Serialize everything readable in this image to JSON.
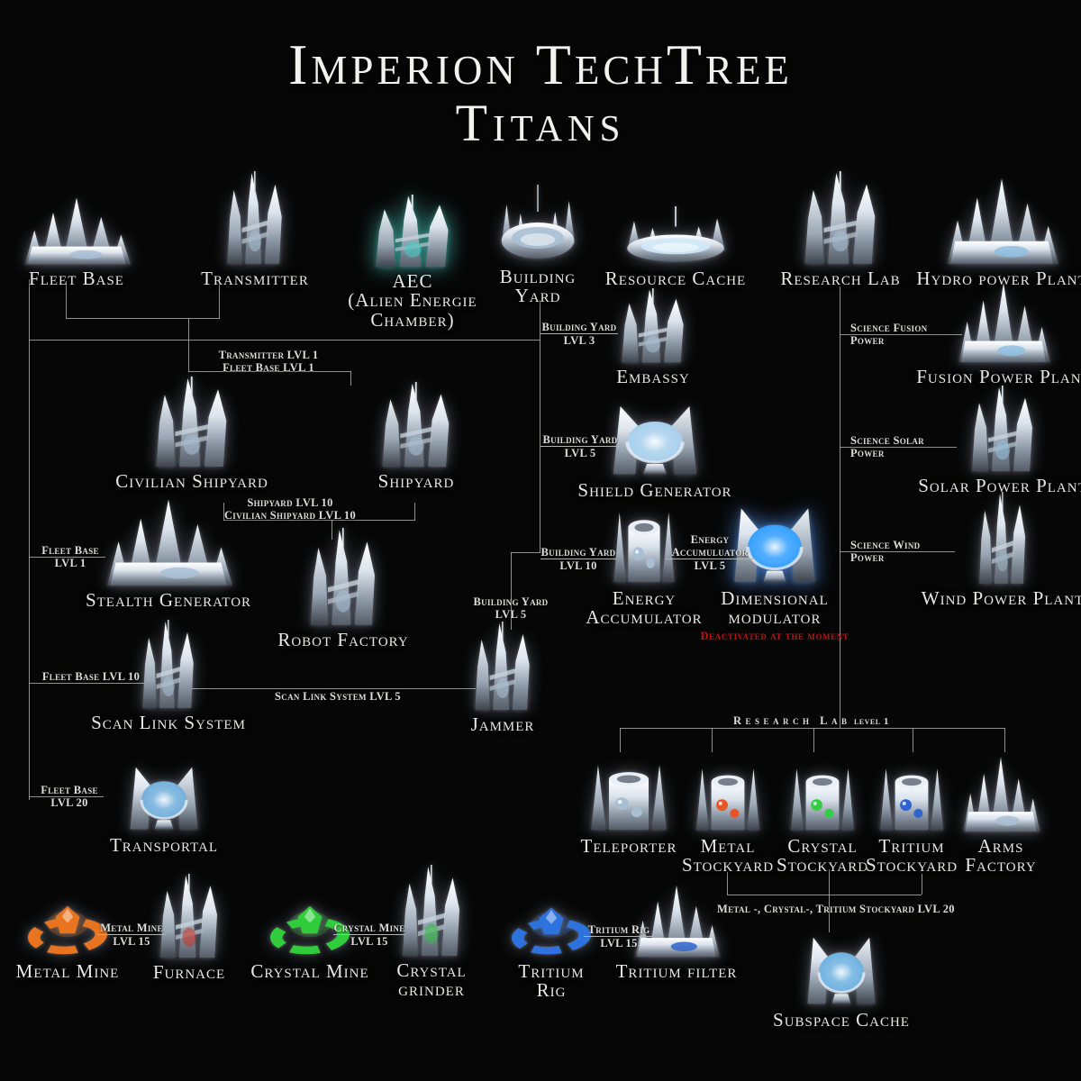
{
  "title": {
    "line1": "Imperion TechTree",
    "line2": "Titans"
  },
  "colors": {
    "background": "#060606",
    "text": "#e8e8e5",
    "line": "#a4a4a2",
    "warning_red": "#c01212",
    "metal_orange": "#e87420",
    "crystal_green": "#30cc3c",
    "tritium_blue": "#2d72dd",
    "energy_blue": "#35a0ff",
    "aec_teal": "#3ed0c4"
  },
  "nodes": {
    "fleet_base": {
      "label": "Fleet Base"
    },
    "transmitter": {
      "label": "Transmitter"
    },
    "aec": {
      "label": "AEC\n(Alien Energie\nChamber)"
    },
    "building_yard": {
      "label": "Building\nYard"
    },
    "resource_cache": {
      "label": "Resource Cache"
    },
    "research_lab": {
      "label": "Research Lab"
    },
    "hydro_power_plant": {
      "label": "Hydro power Plant"
    },
    "embassy": {
      "label": "Embassy"
    },
    "fusion_power_plant": {
      "label": "Fusion Power Plant"
    },
    "civilian_shipyard": {
      "label": "Civilian Shipyard"
    },
    "shipyard": {
      "label": "Shipyard"
    },
    "shield_generator": {
      "label": "Shield Generator"
    },
    "solar_power_plant": {
      "label": "Solar Power Plant"
    },
    "stealth_generator": {
      "label": "Stealth Generator"
    },
    "robot_factory": {
      "label": "Robot Factory"
    },
    "energy_accumulator": {
      "label": "Energy\nAccumulator"
    },
    "dimensional_modulator": {
      "label": "Dimensional\nmodulator",
      "note": "Deactivated at the moment"
    },
    "wind_power_plant": {
      "label": "Wind Power Plant"
    },
    "scan_link_system": {
      "label": "Scan Link System"
    },
    "jammer": {
      "label": "Jammer"
    },
    "transportal": {
      "label": "Transportal"
    },
    "teleporter": {
      "label": "Teleporter"
    },
    "metal_stockyard": {
      "label": "Metal\nStockyard"
    },
    "crystal_stockyard": {
      "label": "Crystal\nStockyard"
    },
    "tritium_stockyard": {
      "label": "Tritium\nStockyard"
    },
    "arms_factory": {
      "label": "Arms\nFactory"
    },
    "metal_mine": {
      "label": "Metal Mine"
    },
    "furnace": {
      "label": "Furnace"
    },
    "crystal_mine": {
      "label": "Crystal Mine"
    },
    "crystal_grinder": {
      "label": "Crystal\ngrinder"
    },
    "tritium_rig": {
      "label": "Tritium\nRig"
    },
    "tritium_filter": {
      "label": "Tritium filter"
    },
    "subspace_cache": {
      "label": "Subspace Cache"
    }
  },
  "reqs": {
    "embassy": {
      "line1": "Building Yard",
      "line2": "LVL 3"
    },
    "shield_generator": {
      "line1": "Building Yard",
      "line2": "LVL 5"
    },
    "energy_accumulator": {
      "line1": "Building Yard",
      "line2": "LVL 10"
    },
    "jammer_yard": {
      "line1": "Building Yard",
      "line2": "LVL 5"
    },
    "dimensional_modulator": {
      "line1": "Energy",
      "line2": "Accumuluator",
      "line3": "LVL 5"
    },
    "fusion": {
      "line1": "Science Fusion Power"
    },
    "solar": {
      "line1": "Science Solar Power"
    },
    "wind": {
      "line1": "Science Wind Power"
    },
    "shipyards": {
      "line1": "Transmitter LVL 1",
      "line2": "Fleet Base LVL 1"
    },
    "robot_factory": {
      "line1": "Shipyard LVL 10",
      "line2": "Civilian Shipyard LVL 10"
    },
    "stealth_generator": {
      "line1": "Fleet Base",
      "line2": "LVL 1"
    },
    "scan_link_system": {
      "line1": "Fleet Base LVL 10"
    },
    "jammer_scan": {
      "line1": "Scan Link System LVL 5"
    },
    "transportal": {
      "line1": "Fleet Base",
      "line2": "LVL 20"
    },
    "research_lab": {
      "line1": "Research Lab",
      "line2": "level 1"
    },
    "subspace_cache": {
      "line1": "Metal -, Crystal-, Tritium Stockyard LVL 20"
    },
    "furnace": {
      "line1": "Metal Mine",
      "line2": "LVL 15"
    },
    "crystal_grinder": {
      "line1": "Crystal Mine",
      "line2": "LVL 15"
    },
    "tritium_filter": {
      "line1": "Tritium Rig",
      "line2": "LVL 15"
    }
  }
}
